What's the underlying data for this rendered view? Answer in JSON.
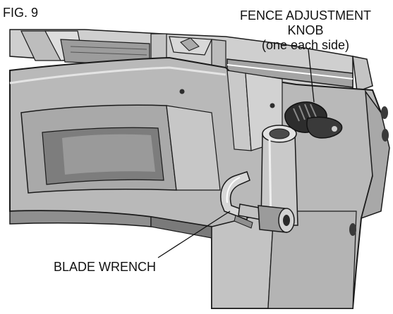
{
  "figure": {
    "label": "FIG. 9",
    "colors": {
      "body": "#b9b9b9",
      "light": "#d6d6d6",
      "mid": "#9d9d9d",
      "dark": "#6e6e6e",
      "outline": "#1a1a1a",
      "knob": "#2d2d2d"
    }
  },
  "callouts": {
    "fence_knob": {
      "line1": "FENCE ADJUSTMENT",
      "line2": "KNOB",
      "line3": "(one each side)"
    },
    "blade_wrench": {
      "label": "BLADE WRENCH"
    }
  }
}
